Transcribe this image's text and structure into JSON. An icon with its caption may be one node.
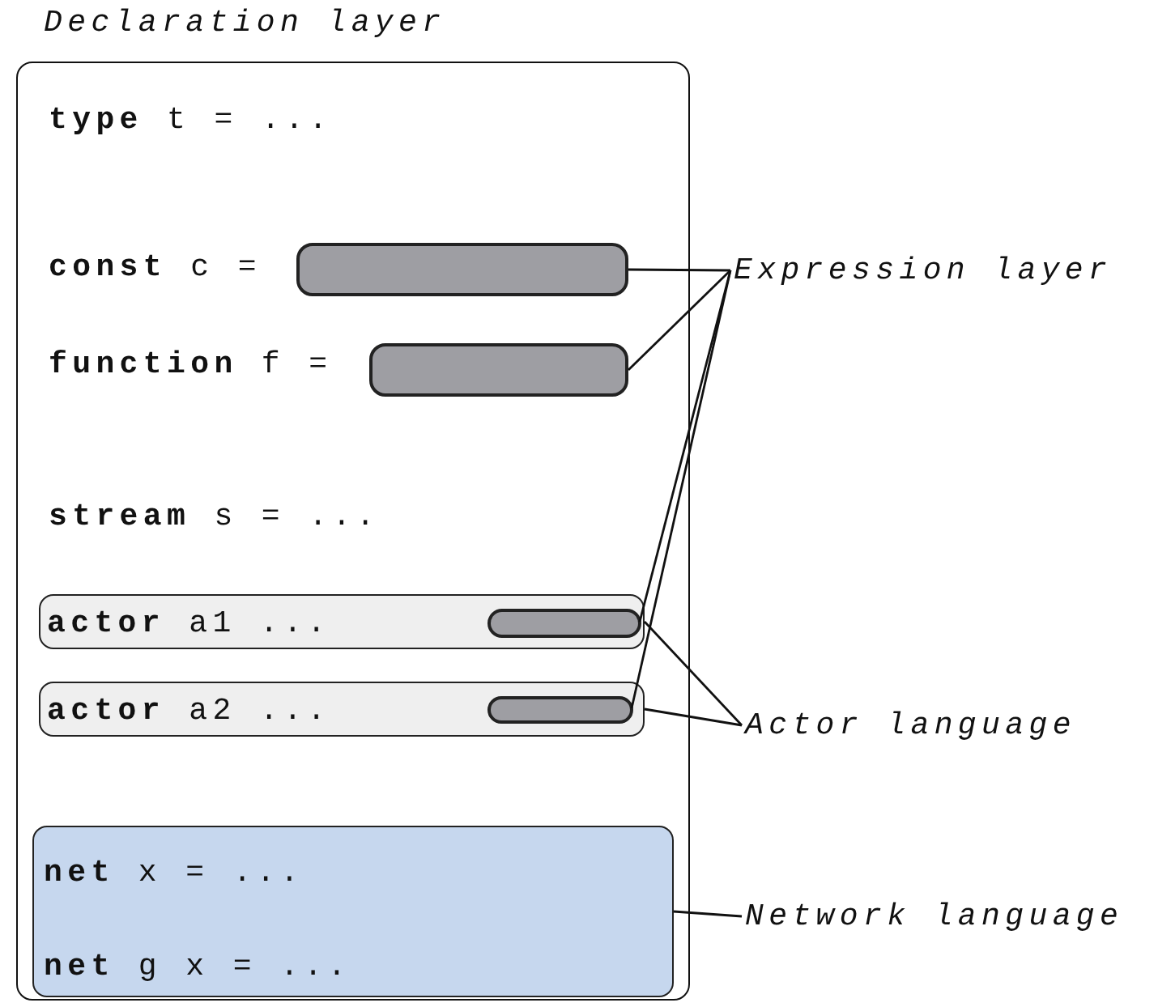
{
  "diagram": {
    "nodes": [
      {
        "text": [
          "Declaration layer",
          "**type** t = ...",
          "**const** c =",
          "**function** f =",
          "**stream** s = ..."
        ]
      },
      {
        "text": [],
        "shape": "box",
        "in": 0
      },
      {
        "text": [],
        "shape": "box",
        "in": 0
      },
      {
        "text": [
          "**actor** a1 ..."
        ],
        "in": 0
      },
      {
        "text": [],
        "shape": "box",
        "in": 3
      },
      {
        "text": [
          "**actor** a2 ..."
        ],
        "in": 0
      },
      {
        "text": [],
        "shape": "box",
        "in": 5
      },
      {
        "text": [
          "**net** x = ...",
          "**net** g x = ..."
        ],
        "in": 0
      },
      {
        "text": [
          "Expression layer"
        ]
      },
      {
        "text": [
          "Actor language"
        ]
      },
      {
        "text": [
          "Network language"
        ]
      }
    ],
    "edges": [
      {
        "from": 8,
        "to": 1,
        "arrow": "none"
      },
      {
        "from": 8,
        "to": 2,
        "arrow": "none"
      },
      {
        "from": 8,
        "to": 4,
        "arrow": "none"
      },
      {
        "from": 8,
        "to": 6,
        "arrow": "none"
      },
      {
        "from": 9,
        "to": 3,
        "arrow": "none"
      },
      {
        "from": 9,
        "to": 5,
        "arrow": "none"
      },
      {
        "from": 10,
        "to": 7,
        "arrow": "none"
      }
    ]
  }
}
